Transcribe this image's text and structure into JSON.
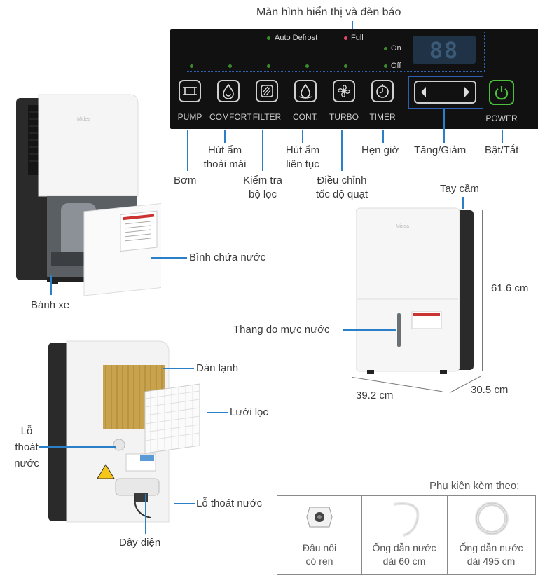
{
  "panel": {
    "title": "Màn hình hiển thị và đèn báo",
    "indicators": {
      "auto_defrost": "Auto Defrost",
      "full": "Full",
      "on": "On",
      "off": "Off"
    },
    "display_value": "88",
    "buttons": [
      {
        "label": "PUMP",
        "icon": "pump-icon"
      },
      {
        "label": "COMFORT",
        "icon": "comfort-drop-icon"
      },
      {
        "label": "FILTER",
        "icon": "filter-icon"
      },
      {
        "label": "CONT.",
        "icon": "continuous-drop-icon"
      },
      {
        "label": "TURBO",
        "icon": "fan-icon"
      },
      {
        "label": "TIMER",
        "icon": "timer-icon"
      }
    ],
    "power_label": "POWER",
    "colors": {
      "panel": "#111111",
      "led_green": "#3d8a2e",
      "led_full": "#e8466a",
      "power": "#49c23a",
      "callout": "#2b7fc9"
    }
  },
  "callouts": {
    "pump": "Bơm",
    "comfort": [
      "Hút ẩm",
      "thoải mái"
    ],
    "filter": [
      "Kiểm tra",
      "bộ lọc"
    ],
    "cont": [
      "Hút ẩm",
      "liên tục"
    ],
    "turbo": [
      "Điều chỉnh",
      "tốc độ quạt"
    ],
    "timer": "Hẹn giờ",
    "updown": "Tăng/Giảm",
    "power": "Bật/Tắt"
  },
  "front_view": {
    "brand": "Midea",
    "tank_label": "Bình chứa nước",
    "wheel_label": "Bánh xe"
  },
  "side_view": {
    "handle_label": "Tay cầm",
    "level_label": "Thang đo mực nước",
    "height": "61.6 cm",
    "width": "39.2 cm",
    "depth": "30.5 cm"
  },
  "back_view": {
    "coil_label": "Dàn lạnh",
    "filter_label": "Lưới lọc",
    "drain_left": [
      "Lỗ",
      "thoát",
      "nước"
    ],
    "drain_right": "Lỗ thoát nước",
    "cord_label": "Dây điện"
  },
  "accessories": {
    "title": "Phụ kiện kèm theo:",
    "items": [
      {
        "line1": "Đầu nối",
        "line2": "có ren"
      },
      {
        "line1": "Ống dẫn nước",
        "line2": "dài 60 cm"
      },
      {
        "line1": "Ống dẫn nước",
        "line2": "dài 495 cm"
      }
    ]
  }
}
